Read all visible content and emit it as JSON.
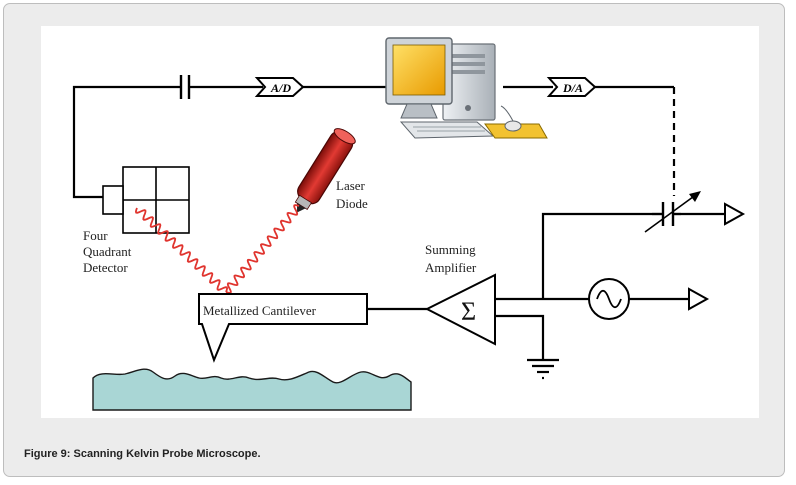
{
  "figure": {
    "caption": "Figure 9: Scanning Kelvin Probe Microscope."
  },
  "diagram": {
    "labels": {
      "adc": "A/D",
      "dac": "D/A",
      "detector_line1": "Four",
      "detector_line2": "Quadrant",
      "detector_line3": "Detector",
      "laser_line1": "Laser",
      "laser_line2": "Diode",
      "cantilever": "Metallized Cantilever",
      "amplifier_line1": "Summing",
      "amplifier_line2": "Amplifier",
      "sigma": "Σ"
    },
    "colors": {
      "line": "#000000",
      "laser_beam": "#e0342e",
      "laser_body": "#c8201a",
      "sample": "#a9d6d5",
      "monitor_screen": "#f6b800",
      "computer_case": "#d4d8dc",
      "mouse_pad": "#f2c230"
    }
  }
}
